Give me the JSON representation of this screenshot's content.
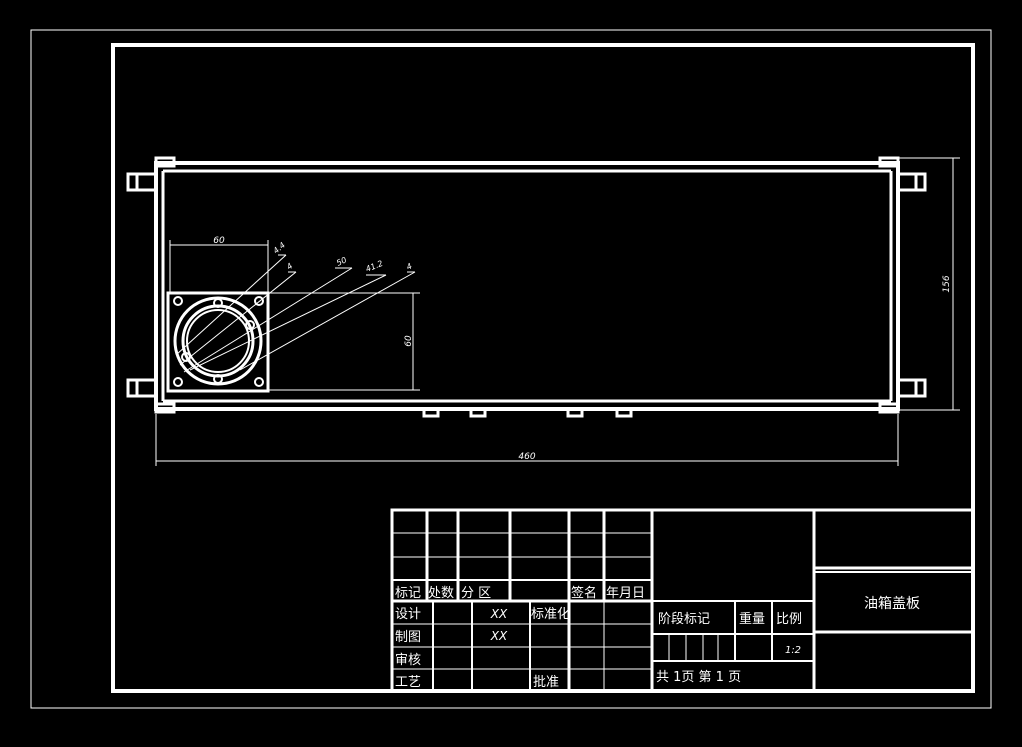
{
  "drawing": {
    "dimensions": {
      "length": "460",
      "height": "156",
      "flange_width": "60",
      "flange_height": "60",
      "leader_a": "4.4",
      "leader_b": "4",
      "leader_c": "50",
      "leader_d": "41.2",
      "leader_e": "4"
    }
  },
  "title_block": {
    "part_name": "油箱盖板",
    "rev_headers": {
      "mark": "标记",
      "count": "处数",
      "zone": "分 区",
      "sign": "签名",
      "date": "年月日"
    },
    "design_label": "设计",
    "design_value": "XX",
    "standardize_label": "标准化",
    "draw_label": "制图",
    "draw_value": "XX",
    "review_label": "审核",
    "process_label": "工艺",
    "approve_label": "批准",
    "stage_label": "阶段标记",
    "weight_label": "重量",
    "scale_label": "比例",
    "scale_value": "1:2",
    "sheet_info": "共 1页 第 1 页"
  }
}
